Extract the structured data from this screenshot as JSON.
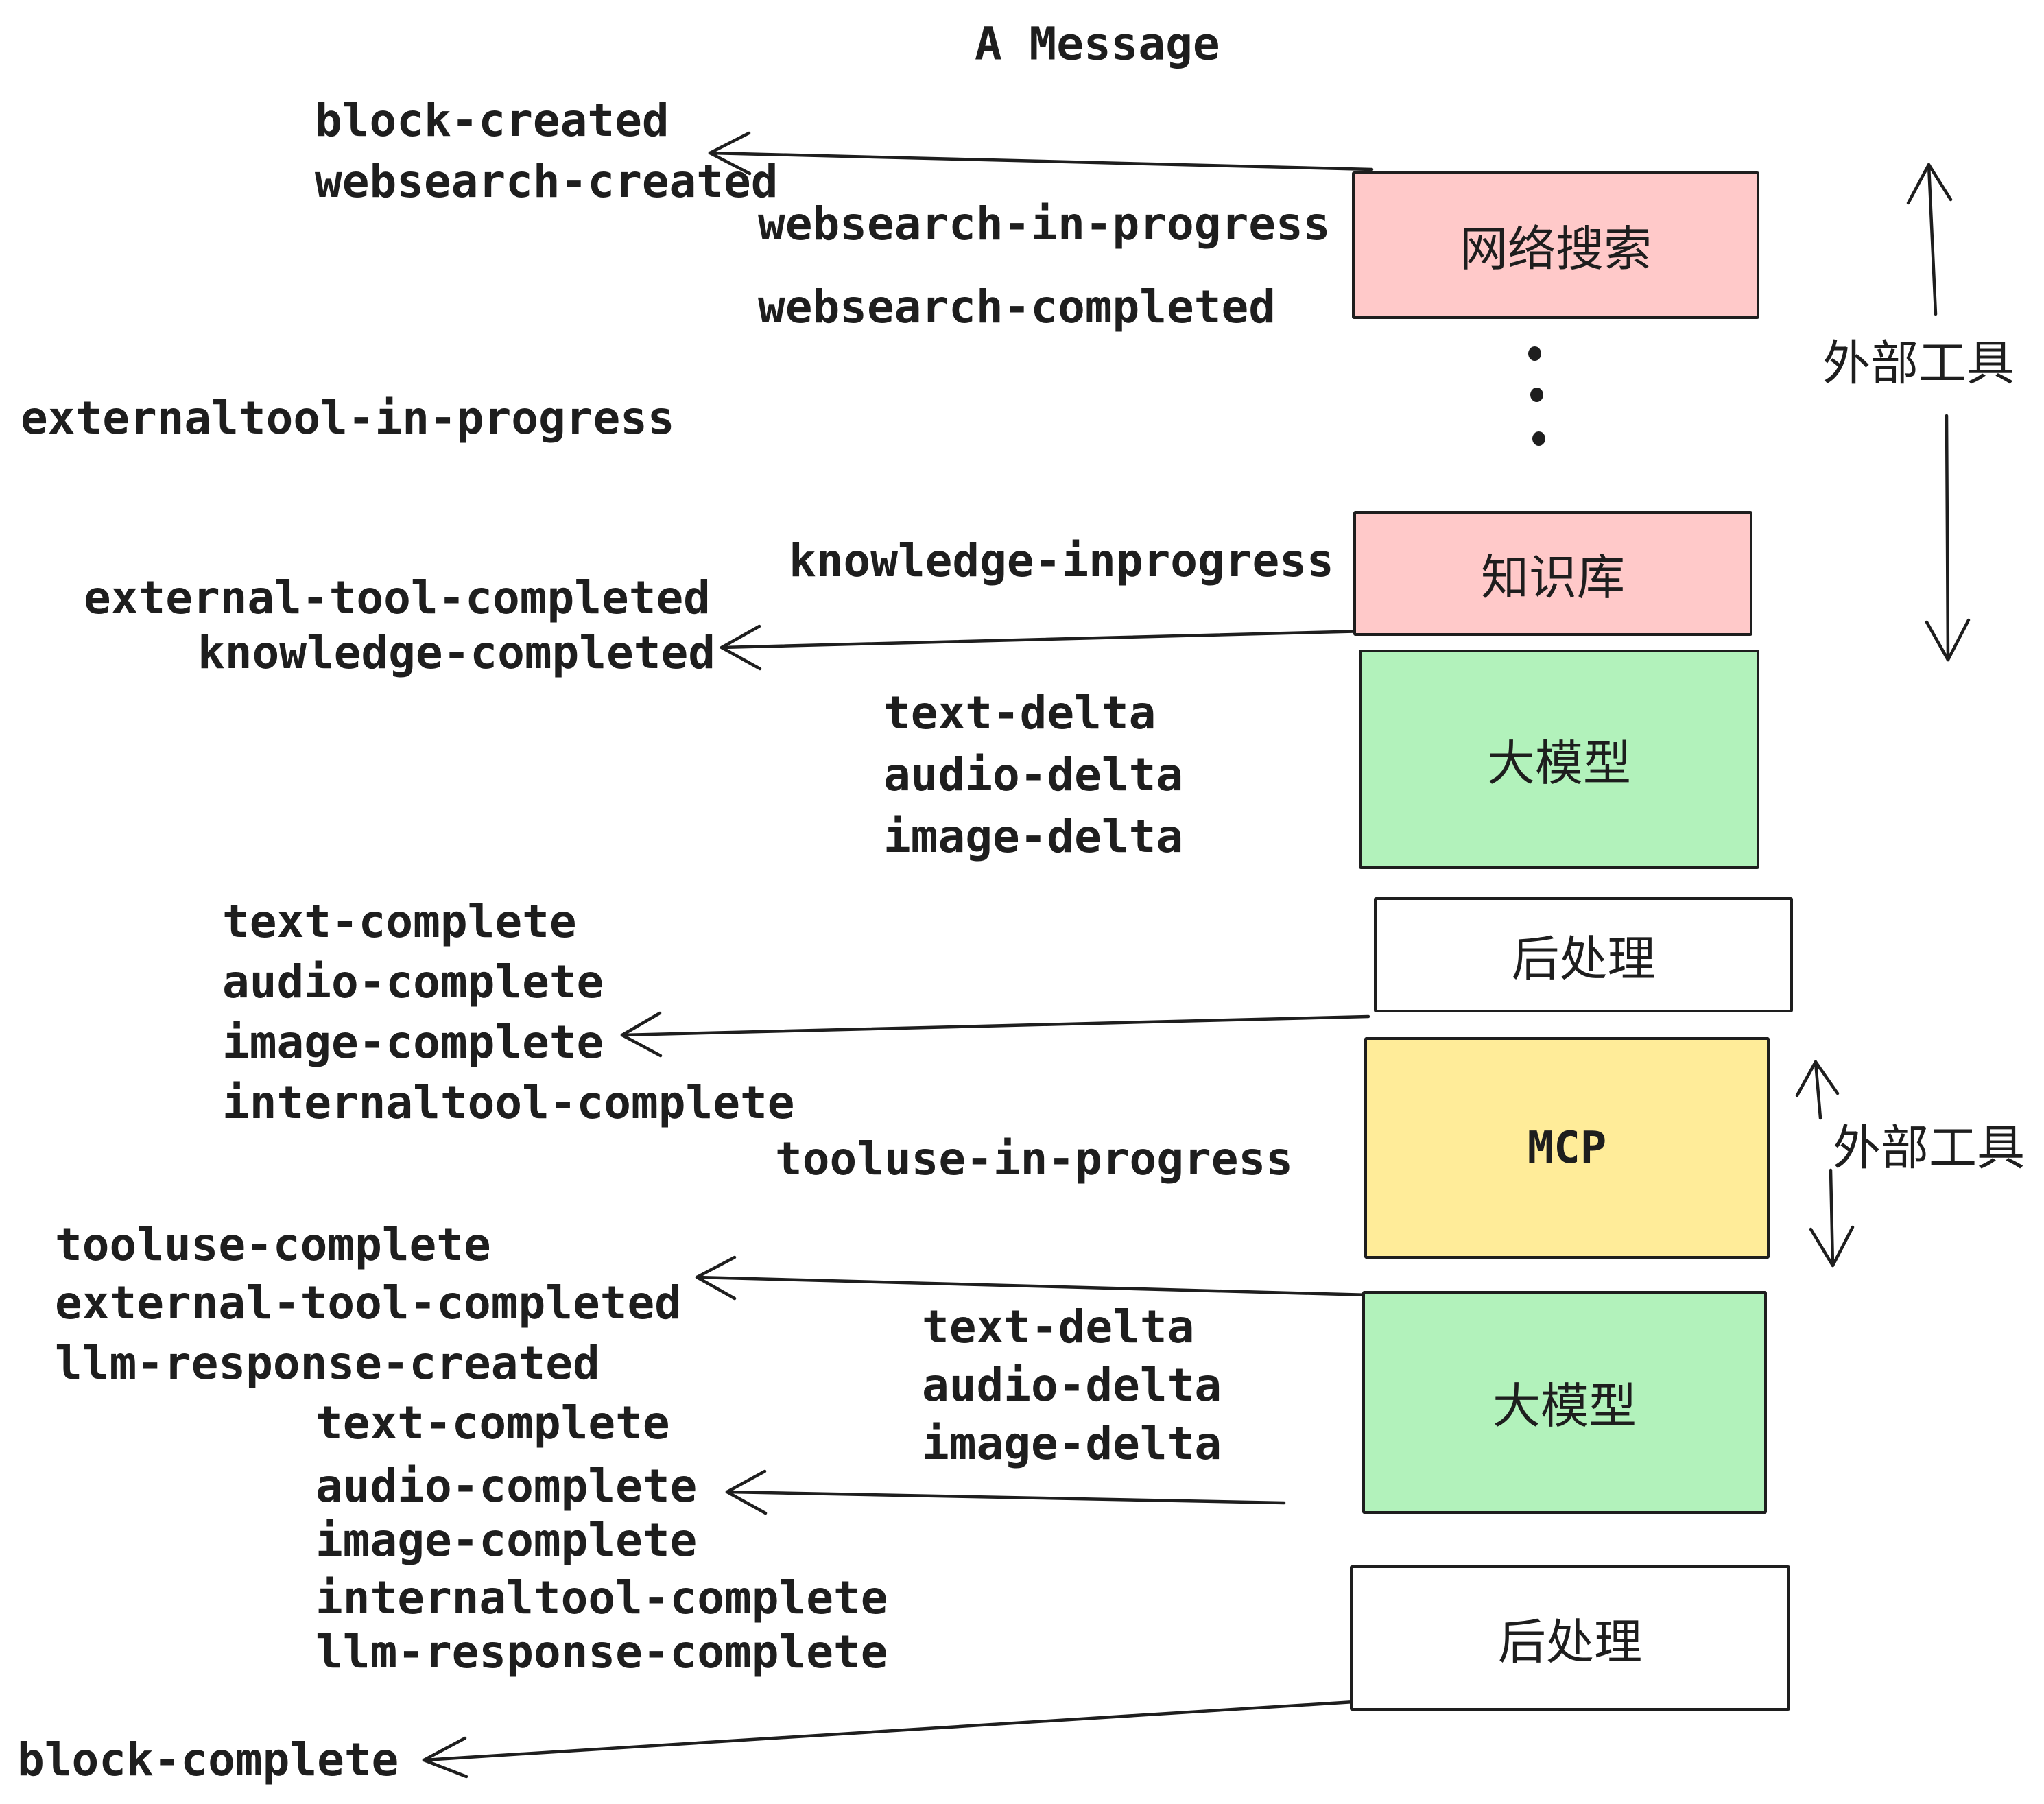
{
  "title": "A Message",
  "colors": {
    "stroke": "#1e1e1e",
    "pink": "#ffc9c9",
    "green": "#b2f2bb",
    "yellow": "#ffec99",
    "white": "#ffffff"
  },
  "boxes": {
    "websearch": "网络搜索",
    "knowledge": "知识库",
    "llm1": "大模型",
    "post1": "后处理",
    "mcp": "MCP",
    "llm2": "大模型",
    "post2": "后处理"
  },
  "side_labels": {
    "external_tools_top": "外部工具",
    "external_tools_bottom": "外部工具"
  },
  "events": {
    "block_created": "block-created",
    "websearch_created": "websearch-created",
    "websearch_in_progress": "websearch-in-progress",
    "websearch_completed": "websearch-completed",
    "externaltool_in_progress": "externaltool-in-progress",
    "knowledge_inprogress": "knowledge-inprogress",
    "external_tool_completed_1": "external-tool-completed",
    "knowledge_completed": "knowledge-completed",
    "text_delta_1": "text-delta",
    "audio_delta_1": "audio-delta",
    "image_delta_1": "image-delta",
    "text_complete_1": "text-complete",
    "audio_complete_1": "audio-complete",
    "image_complete_1": "image-complete",
    "internaltool_complete_1": "internaltool-complete",
    "tooluse_in_progress": "tooluse-in-progress",
    "tooluse_complete": "tooluse-complete",
    "external_tool_completed_2": "external-tool-completed",
    "llm_response_created": "llm-response-created",
    "text_complete_2": "text-complete",
    "audio_complete_2": "audio-complete",
    "image_complete_2": "image-complete",
    "internaltool_complete_2": "internaltool-complete",
    "llm_response_complete": "llm-response-complete",
    "block_complete": "block-complete"
  }
}
